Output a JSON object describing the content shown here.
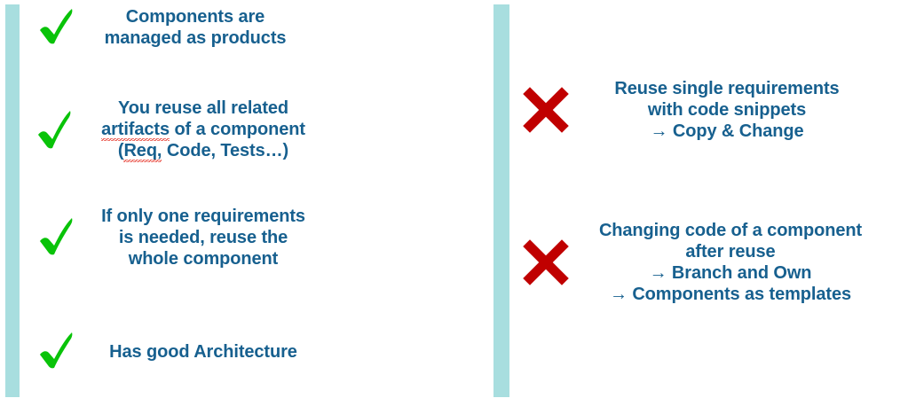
{
  "colors": {
    "bar": "#a8dedf",
    "text": "#17608f",
    "check": "#09c309",
    "cross": "#c00000",
    "spellcheck_underline": "#e8443a",
    "background": "#ffffff"
  },
  "left_column": {
    "mark_type": "check",
    "items": [
      {
        "id": "products",
        "mark": "check-icon",
        "text": "Components are\nmanaged as products",
        "lines": [
          "Components are",
          "managed as products"
        ]
      },
      {
        "id": "artifacts",
        "mark": "check-icon",
        "text": "You reuse all related\nartifacts of a component\n(Req, Code, Tests…)",
        "lines": [
          "You reuse all related",
          "artifacts of a component",
          "(Req, Code, Tests…)"
        ],
        "line1": "You reuse all related",
        "line2_misspelled": "artifacts",
        "line2_rest": " of a component",
        "line3_open": "(",
        "line3_misspelled": "Req,",
        "line3_rest": " Code, Tests…)",
        "spellcheck_words": [
          "artifacts",
          "Req,"
        ]
      },
      {
        "id": "whole-component",
        "mark": "check-icon",
        "text": "If only one requirements\nis needed, reuse the\nwhole component",
        "lines": [
          "If only one requirements",
          "is needed, reuse the",
          "whole component"
        ]
      },
      {
        "id": "architecture",
        "mark": "check-icon",
        "text": "Has good Architecture",
        "lines": [
          "Has good Architecture"
        ]
      }
    ]
  },
  "right_column": {
    "mark_type": "cross",
    "items": [
      {
        "id": "code-snippets",
        "mark": "cross-icon",
        "text": "Reuse single requirements\nwith code snippets\n→ Copy & Change",
        "lines": [
          "Reuse single requirements",
          "with code snippets",
          "→ Copy & Change"
        ]
      },
      {
        "id": "branch-and-own",
        "mark": "cross-icon",
        "text": "Changing code of a component\nafter reuse\n→ Branch and Own\n→ Components as templates",
        "lines": [
          "Changing code of a component",
          "after reuse",
          "→ Branch and Own",
          "→ Components as templates"
        ]
      }
    ]
  }
}
